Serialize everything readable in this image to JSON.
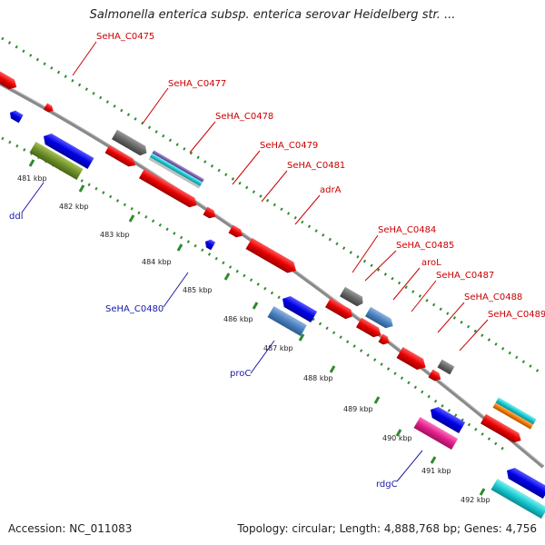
{
  "title": "Salmonella enterica subsp. enterica serovar Heidelberg str. ...",
  "footer": {
    "accession": "Accession: NC_011083",
    "topology": "Topology: circular; Length: 4,888,768 bp; Genes: 4,756"
  },
  "colors": {
    "backbone": "#8a8a8a",
    "ticks": "#2e8b2e",
    "forward_label": "#cc0000",
    "reverse_label": "#1a1aaa"
  },
  "kbp_ticks": [
    "481 kbp",
    "482 kbp",
    "483 kbp",
    "484 kbp",
    "485 kbp",
    "486 kbp",
    "487 kbp",
    "488 kbp",
    "489 kbp",
    "490 kbp",
    "491 kbp",
    "492 kbp"
  ],
  "gene_labels": {
    "forward": [
      "SeHA_C0475",
      "SeHA_C0477",
      "SeHA_C0478",
      "SeHA_C0479",
      "SeHA_C0481",
      "adrA",
      "SeHA_C0484",
      "SeHA_C0485",
      "aroL",
      "SeHA_C0487",
      "SeHA_C0488",
      "SeHA_C0489"
    ],
    "reverse": [
      "ddl",
      "SeHA_C0480",
      "proC",
      "rdgC"
    ]
  }
}
